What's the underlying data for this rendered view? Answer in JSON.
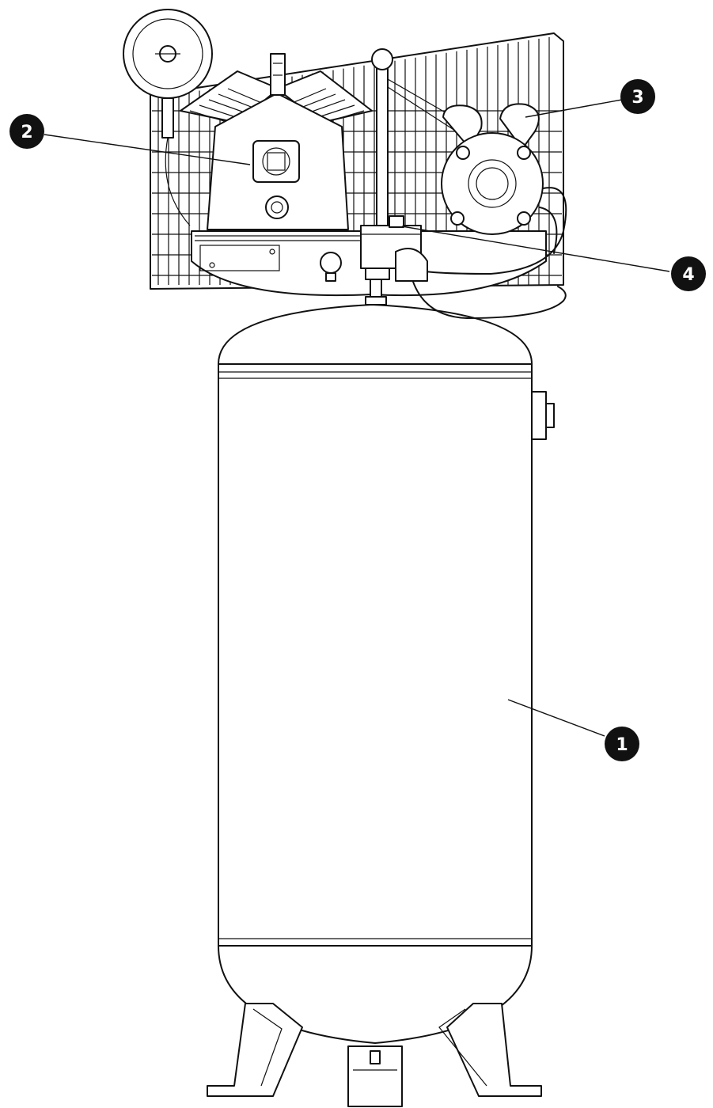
{
  "colors": {
    "line": "#111111",
    "background": "#ffffff",
    "callout_fill": "#111111",
    "callout_text": "#ffffff"
  },
  "callouts": [
    "1",
    "2",
    "3",
    "4"
  ]
}
